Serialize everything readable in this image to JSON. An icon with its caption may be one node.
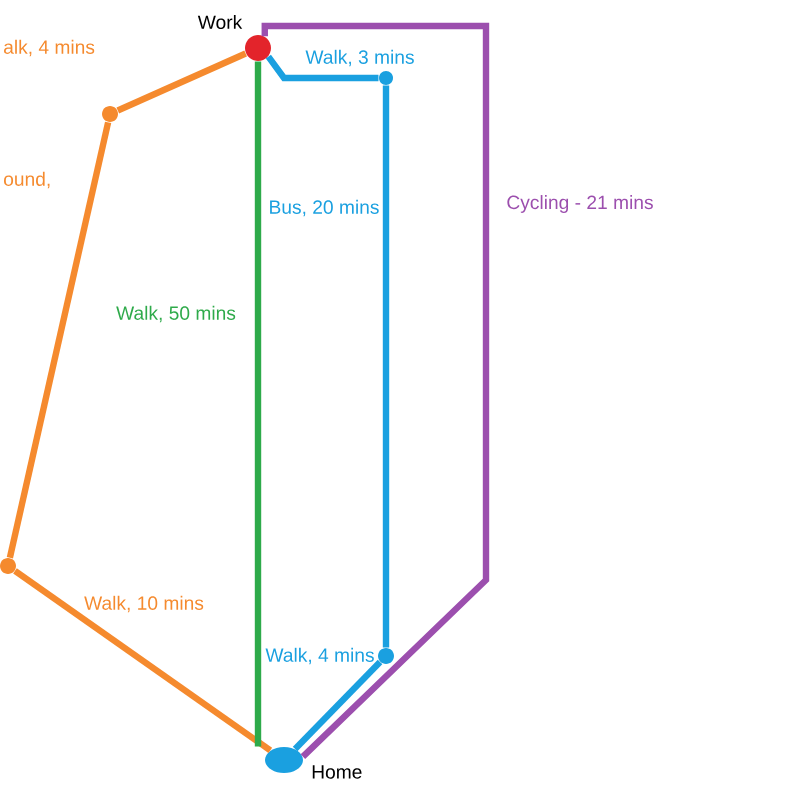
{
  "diagram": {
    "nodes": [
      {
        "text": [
          "Work"
        ]
      },
      {
        "text": [
          "Home"
        ]
      },
      {
        "text": [],
        "shape": "circle"
      },
      {
        "text": [],
        "shape": "circle"
      },
      {
        "text": [],
        "shape": "circle"
      },
      {
        "text": [],
        "shape": "circle"
      }
    ],
    "edges": [
      {
        "from": 0,
        "to": 2,
        "arrow": "none",
        "color": "#f58a2e",
        "label": "alk, 4 mins"
      },
      {
        "from": 2,
        "to": 3,
        "arrow": "none",
        "color": "#f58a2e"
      },
      {
        "from": 3,
        "to": 1,
        "arrow": "none",
        "color": "#f58a2e",
        "label": "Walk, 10 mins"
      },
      {
        "from": 0,
        "to": 1,
        "arrow": "none",
        "color": "#2eaa4a",
        "label": "Walk, 50 mins"
      },
      {
        "from": 0,
        "to": 4,
        "arrow": "none",
        "color": "#1aa0e0",
        "label": "Walk, 3 mins"
      },
      {
        "from": 4,
        "to": 5,
        "arrow": "none",
        "color": "#1aa0e0",
        "label": "Bus, 20 mins"
      },
      {
        "from": 5,
        "to": 1,
        "arrow": "none",
        "color": "#1aa0e0",
        "label": "Walk, 4 mins"
      },
      {
        "from": 0,
        "to": 1,
        "arrow": "none",
        "color": "#9c4fae",
        "label": "Cycling - 21 mins"
      }
    ],
    "labels": [
      "ound,"
    ]
  }
}
